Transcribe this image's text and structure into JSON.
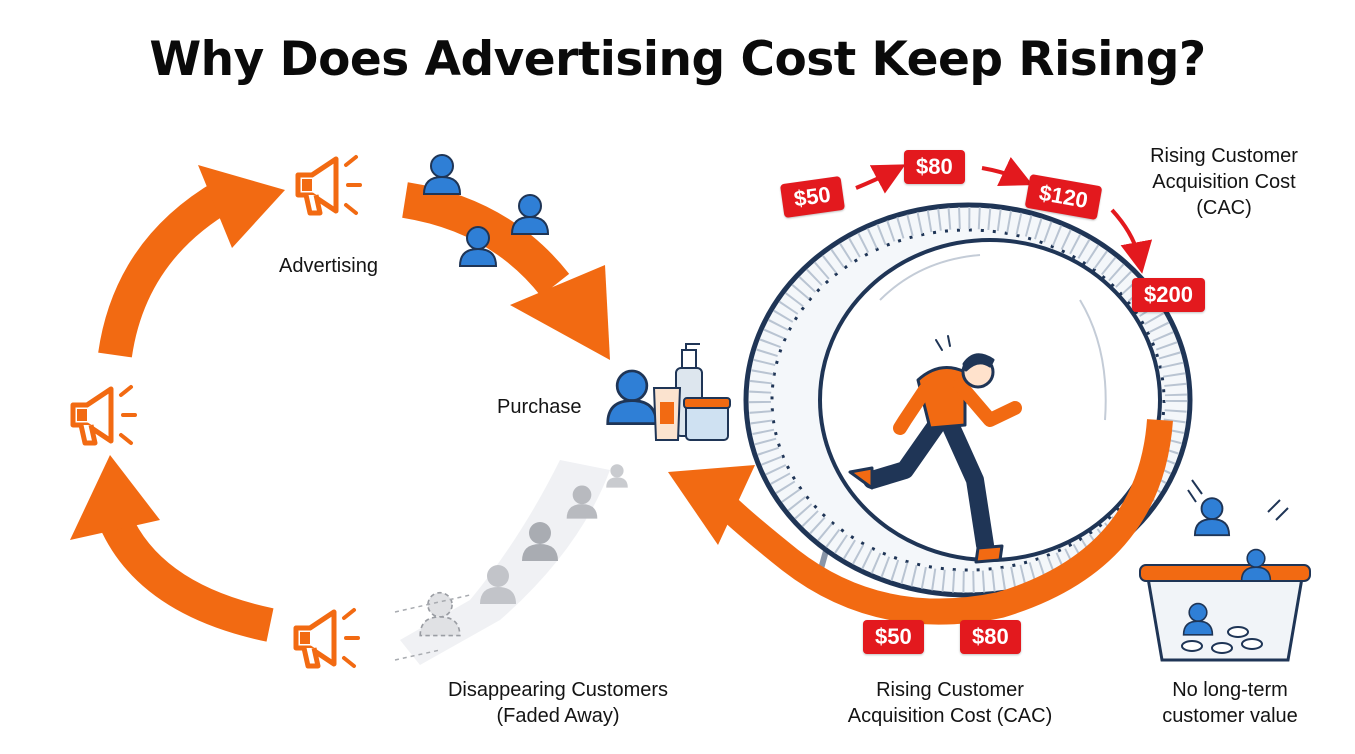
{
  "title": "Why Does Advertising Cost Keep Rising?",
  "labels": {
    "advertising": "Advertising",
    "purchase": "Purchase",
    "disappearing_line1": "Disappearing Customers",
    "disappearing_line2": "(Faded Away)",
    "cac_top_line1": "Rising Customer",
    "cac_top_line2": "Acquisition Cost",
    "cac_top_line3": "(CAC)",
    "cac_bottom_line1": "Rising Customer",
    "cac_bottom_line2": "Acquisition Cost (CAC)",
    "no_value_line1": "No long-term",
    "no_value_line2": "customer value"
  },
  "price_tags": {
    "top_1": "$50",
    "top_2": "$80",
    "top_3": "$120",
    "top_4": "$200",
    "bottom_1": "$50",
    "bottom_2": "$80"
  },
  "colors": {
    "orange": "#f26a12",
    "red": "#e3191e",
    "blue": "#2f7fd6",
    "navy": "#1f3556",
    "faded": "#c9cbcf"
  }
}
